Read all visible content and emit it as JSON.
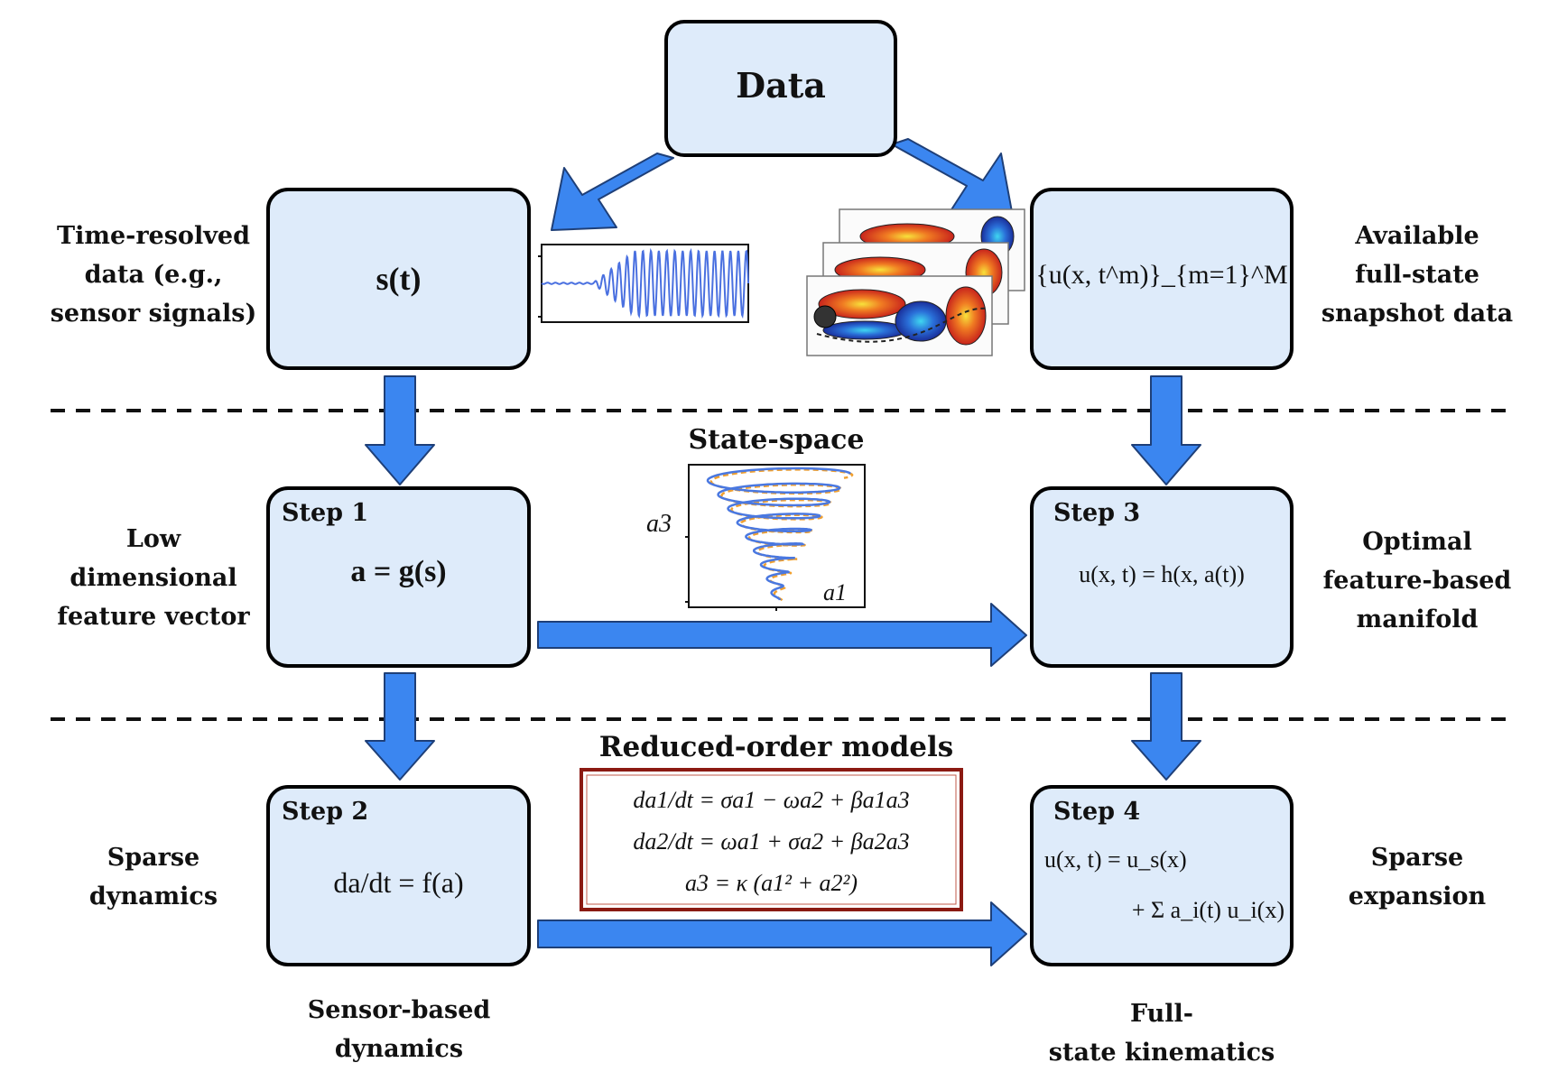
{
  "top_box": {
    "label": "Data"
  },
  "left_labels": {
    "row1": [
      "Time-resolved",
      "data (e.g.,",
      "sensor signals)"
    ],
    "row2": [
      "Low",
      "dimensional",
      "feature vector"
    ],
    "row3": [
      "Sparse",
      "dynamics"
    ]
  },
  "right_labels": {
    "row1": [
      "Available",
      "full-state",
      "snapshot data"
    ],
    "row2": [
      "Optimal",
      "feature-based",
      "manifold"
    ],
    "row3": [
      "Sparse",
      "expansion"
    ]
  },
  "bottom_labels": {
    "left": [
      "Sensor-based",
      "dynamics"
    ],
    "right": [
      "Full-",
      "state kinematics"
    ]
  },
  "signal_box": {
    "expr": "s(t)"
  },
  "snapshot_box": {
    "expr": "{u(x, t^m)}_{m=1}^M"
  },
  "step1": {
    "title": "Step 1",
    "expr": "a = g(s)"
  },
  "step2": {
    "title": "Step 2",
    "expr": "da/dt = f(a)"
  },
  "step3": {
    "title": "Step 3",
    "expr": "u(x, t) = h(x, a(t))"
  },
  "step4": {
    "title": "Step 4",
    "expr_line1": "u(x, t) = u_s(x)",
    "expr_line2": "+ Σ a_i(t) u_i(x)"
  },
  "state_space": {
    "title": "State-space",
    "ylabel": "a3",
    "xlabel": "a1"
  },
  "rom": {
    "title": "Reduced-order models",
    "equations": [
      "da1/dt = σa1 − ωa2 + βa1a3",
      "da2/dt = ωa1 + σa2 + βa2a3",
      "a3 = κ (a1² + a2²)"
    ]
  },
  "colors": {
    "box_fill": "#deebfa",
    "arrow_fill": "#3b86f0",
    "rom_border": "#8b1a12",
    "curve_blue": "#4a78e0",
    "curve_orange": "#f0a030"
  }
}
